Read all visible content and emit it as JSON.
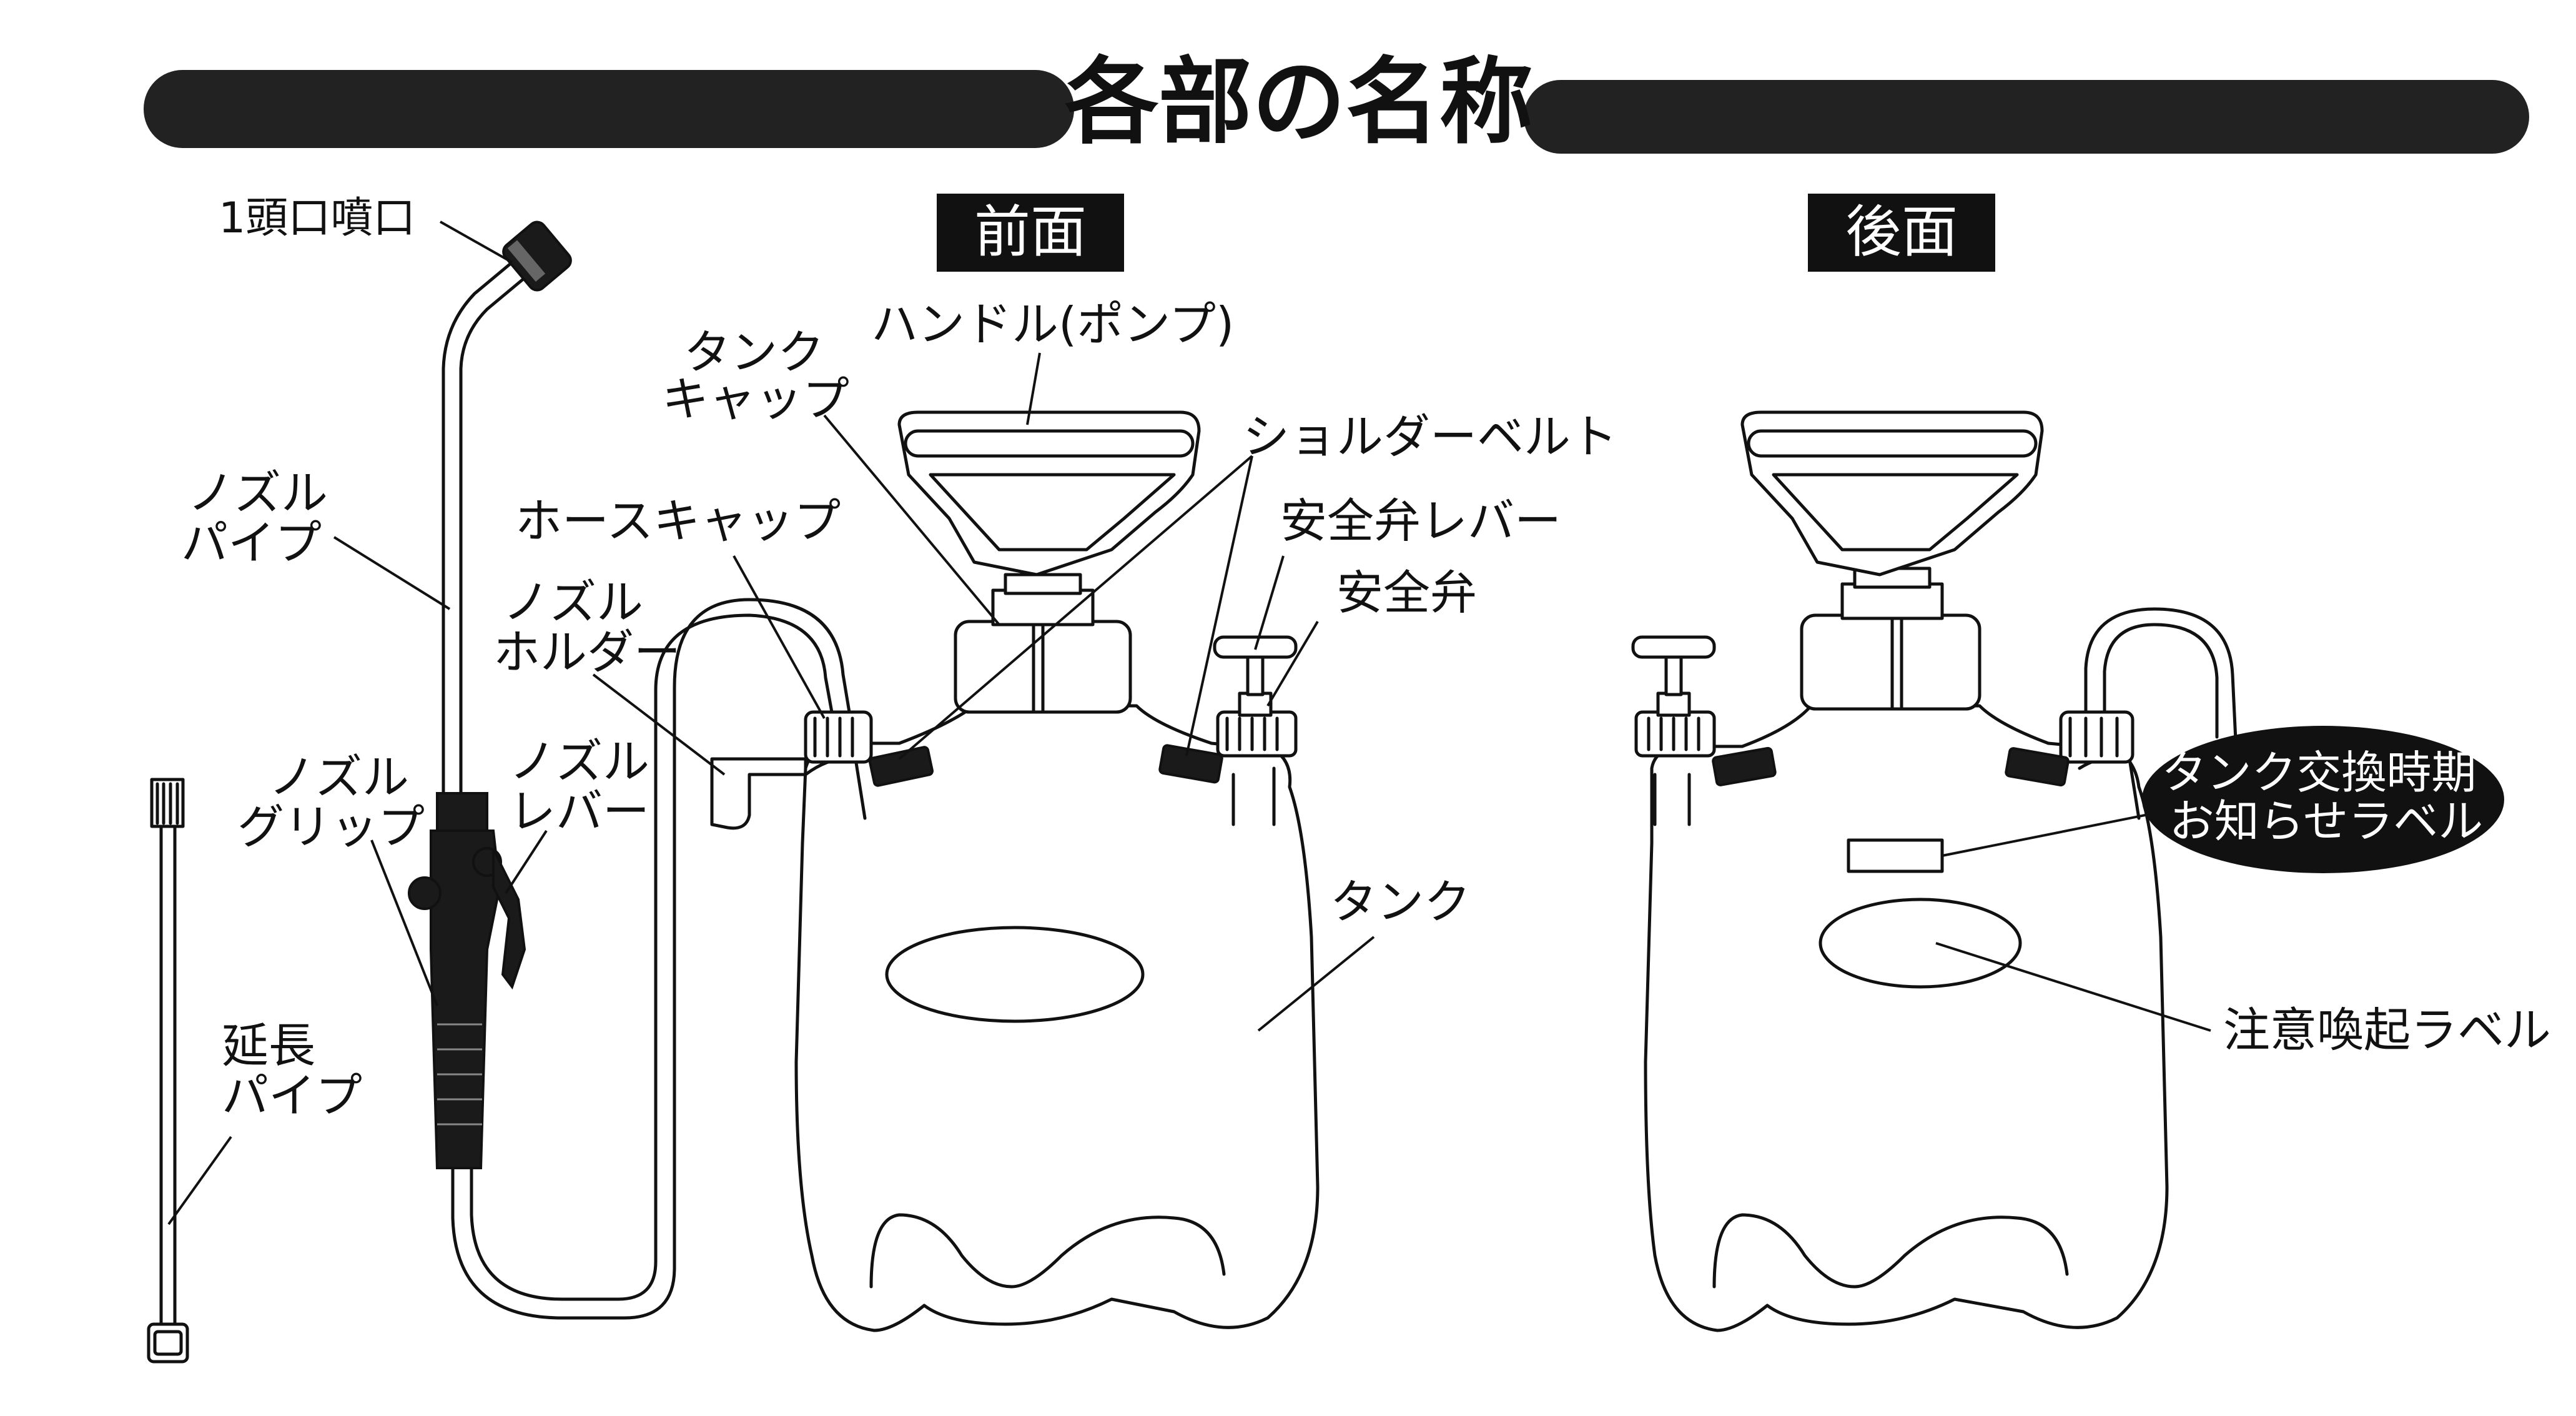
{
  "title": "各部の名称",
  "views": {
    "front": "前面",
    "back": "後面"
  },
  "labels": {
    "nozzle_tip": "1頭口噴口",
    "nozzle_pipe_1": "ノズル",
    "nozzle_pipe_2": "パイプ",
    "nozzle_holder_1": "ノズル",
    "nozzle_holder_2": "ホルダー",
    "nozzle_grip_1": "ノズル",
    "nozzle_grip_2": "グリップ",
    "nozzle_lever_1": "ノズル",
    "nozzle_lever_2": "レバー",
    "extension_pipe_1": "延長",
    "extension_pipe_2": "パイプ",
    "hose_cap": "ホースキャップ",
    "tank_cap_1": "タンク",
    "tank_cap_2": "キャップ",
    "handle_pump": "ハンドル(ポンプ)",
    "shoulder_belt": "ショルダーベルト",
    "safety_valve_lever": "安全弁レバー",
    "safety_valve": "安全弁",
    "tank": "タンク",
    "tank_replace_label_1": "タンク交換時期",
    "tank_replace_label_2": "お知らせラベル",
    "caution_label": "注意喚起ラベル"
  },
  "colors": {
    "line": "#111111",
    "title_bar": "#222222",
    "label_bg_dark": "#111111",
    "label_text_light": "#ffffff"
  }
}
